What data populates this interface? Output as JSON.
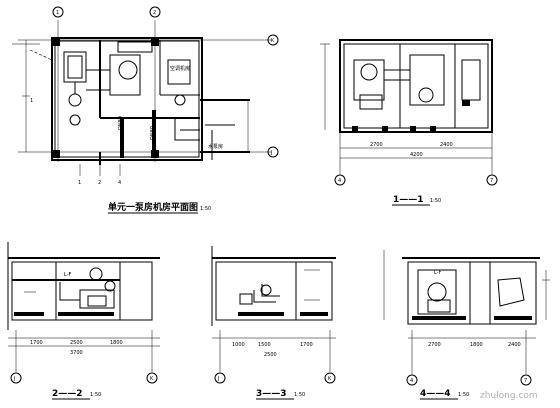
{
  "views": {
    "plan": {
      "title": "单元一泵房机房平面图",
      "scale": "1:50",
      "axes": {
        "top_left": "1",
        "top_right": "2",
        "bottom_1": "1",
        "bottom_2": "2",
        "bottom_3": "4",
        "right_1": "K",
        "right_2": "J"
      },
      "room_label_1": "空调机房",
      "room_label_2": "DN80",
      "room_label_3": "DN80",
      "room_label_4": "水泵房"
    },
    "section_1_1": {
      "title": "1——1",
      "scale": "1:50",
      "axes": {
        "left": "4",
        "right": "7"
      },
      "dims": [
        "2700",
        "2400",
        "4200"
      ]
    },
    "section_2_2": {
      "title": "2——2",
      "scale": "1:50",
      "axes": {
        "left": "J",
        "right": "K"
      },
      "dims": [
        "1700",
        "2500",
        "1800",
        "3700"
      ]
    },
    "section_3_3": {
      "title": "3——3",
      "scale": "1:50",
      "axes": {
        "left": "J",
        "right": "K"
      },
      "dims": [
        "1000",
        "1500",
        "1700",
        "2500"
      ]
    },
    "section_4_4": {
      "title": "4——4",
      "scale": "1:50",
      "axes": {
        "left": "4",
        "right": "7"
      },
      "dims": [
        "2700",
        "1800",
        "2400"
      ]
    }
  },
  "watermark": "zhulong.com"
}
